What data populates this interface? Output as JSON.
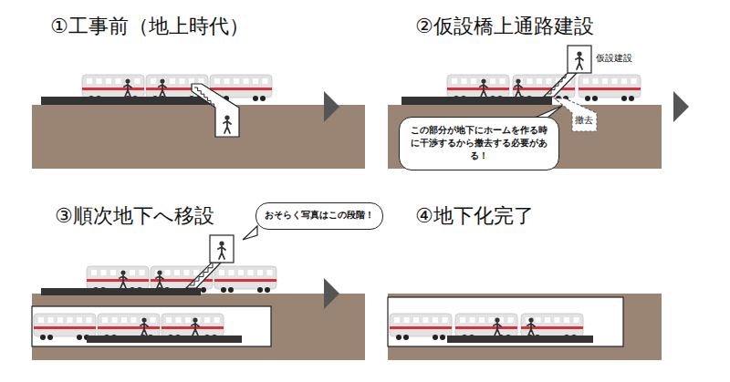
{
  "diagram": {
    "nodes": [
      {
        "text": [
          "この部分が地下にホームを作る時に干渉するから撤去する必要がある！"
        ]
      },
      {
        "text": [
          "おそらく写真はこの段階！"
        ]
      }
    ],
    "labels": [
      "①工事前（地上時代）",
      "②仮設橋上通路建設",
      "仮設建設",
      "撤去",
      "③順次地下へ移設",
      "④地下化完了"
    ]
  }
}
